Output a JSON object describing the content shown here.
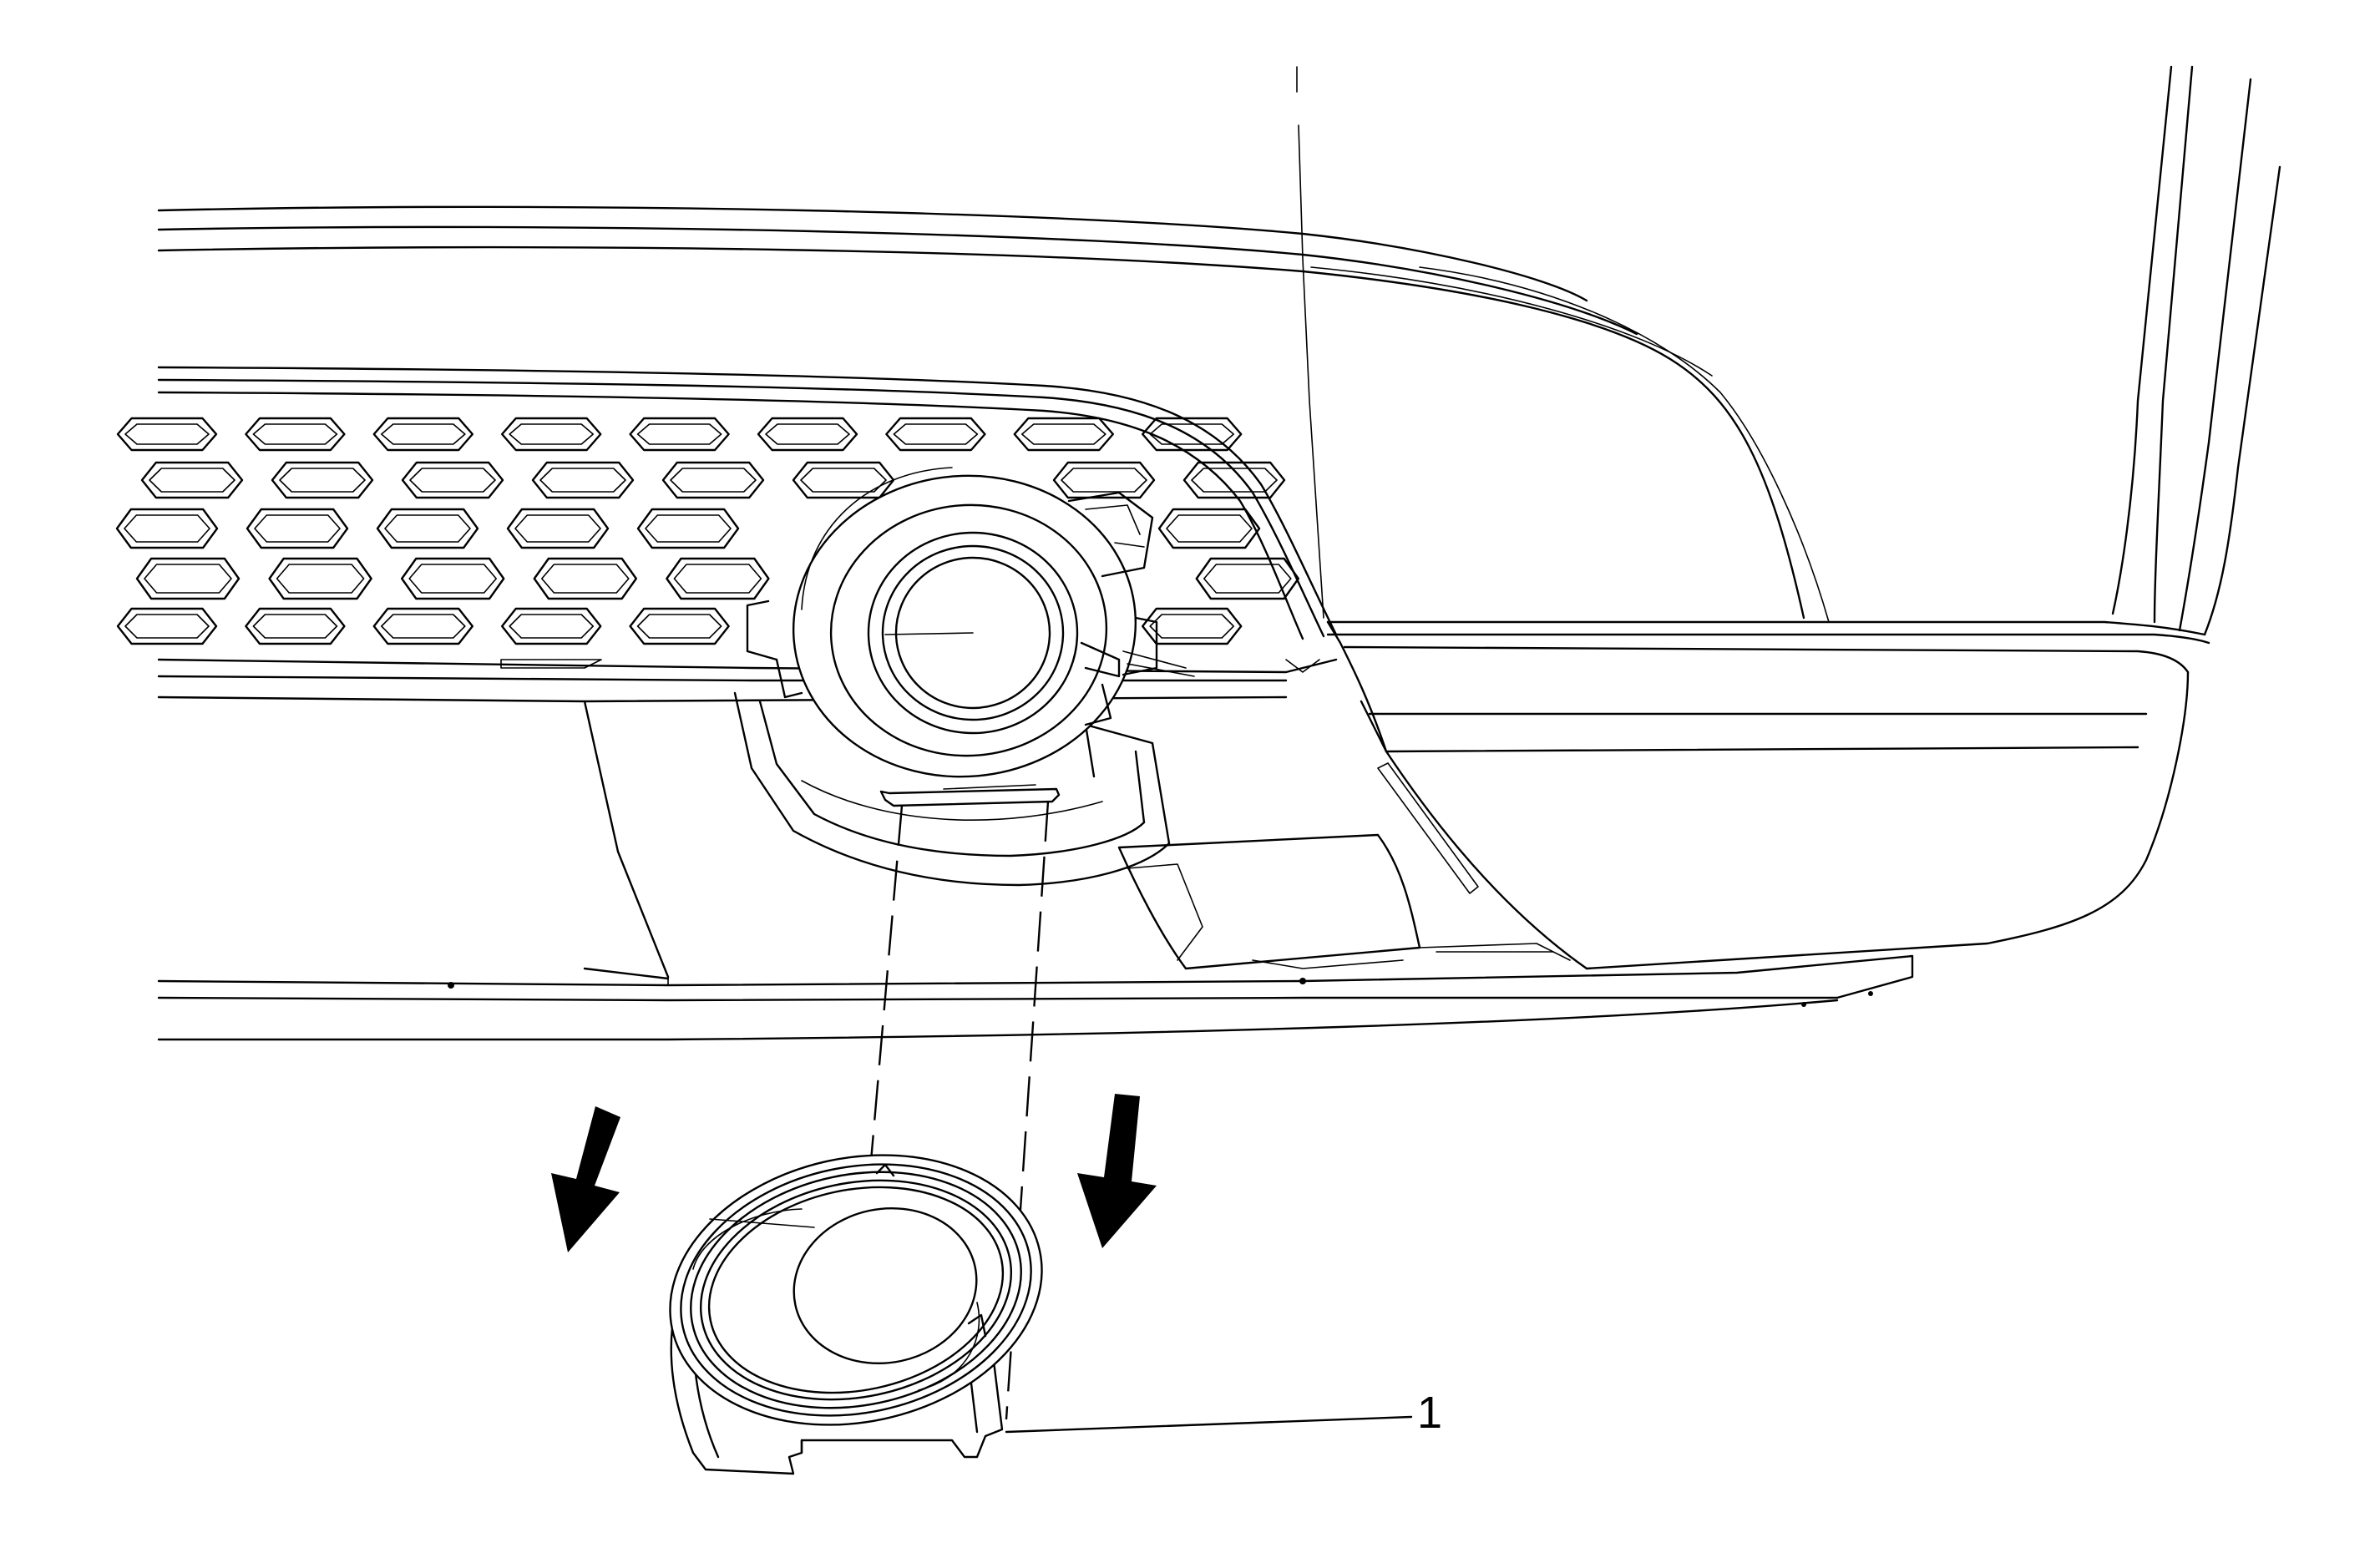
{
  "diagram": {
    "callouts": [
      {
        "label": "1"
      }
    ],
    "arrows": [
      {
        "icon": "arrow-down-left-icon",
        "direction": "down-left"
      },
      {
        "icon": "arrow-down-icon",
        "direction": "down"
      }
    ]
  }
}
